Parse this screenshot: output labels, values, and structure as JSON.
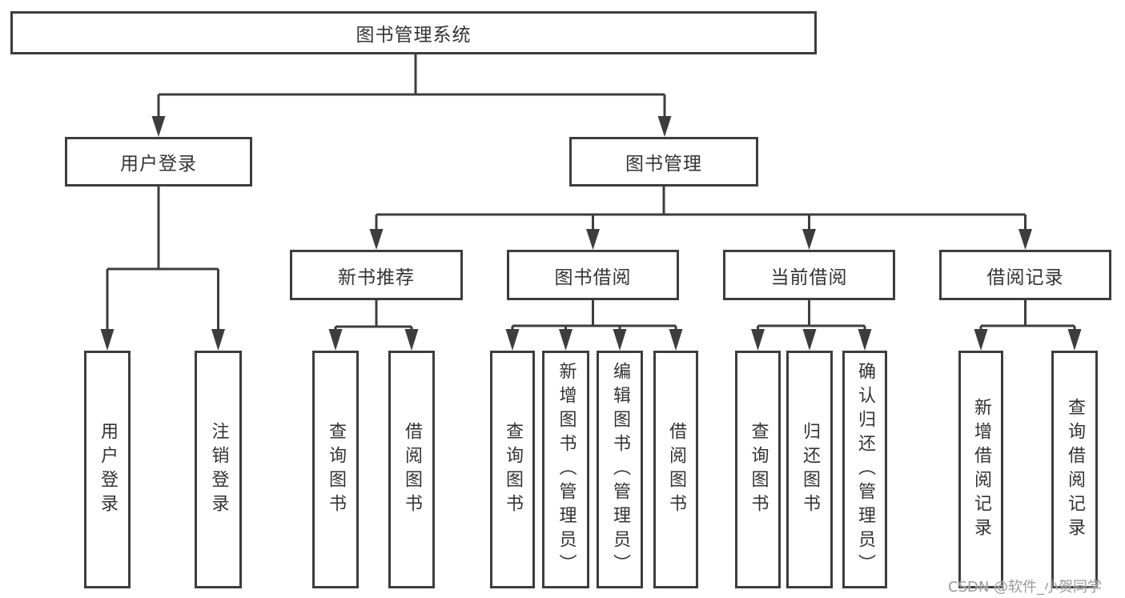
{
  "diagram": {
    "root": {
      "label": "图书管理系统"
    },
    "branches": [
      {
        "label": "用户登录",
        "children": [
          {
            "label": "用户登录"
          },
          {
            "label": "注销登录"
          }
        ]
      },
      {
        "label": "图书管理",
        "children": [
          {
            "label": "新书推荐",
            "children": [
              {
                "label": "查询图书"
              },
              {
                "label": "借阅图书"
              }
            ]
          },
          {
            "label": "图书借阅",
            "children": [
              {
                "label": "查询图书"
              },
              {
                "label": "新增图书（管理员）"
              },
              {
                "label": "编辑图书（管理员）"
              },
              {
                "label": "借阅图书"
              }
            ]
          },
          {
            "label": "当前借阅",
            "children": [
              {
                "label": "查询图书"
              },
              {
                "label": "归还图书"
              },
              {
                "label": "确认归还（管理员）"
              }
            ]
          },
          {
            "label": "借阅记录",
            "children": [
              {
                "label": "新增借阅记录"
              },
              {
                "label": "查询借阅记录"
              }
            ]
          }
        ]
      }
    ]
  },
  "watermark": {
    "text": "CSDN @软件_小贺同学"
  },
  "colors": {
    "line": "#3d3d3d",
    "text": "#333333",
    "watermark_gray": "#9b9b9b",
    "background": "#ffffff"
  }
}
